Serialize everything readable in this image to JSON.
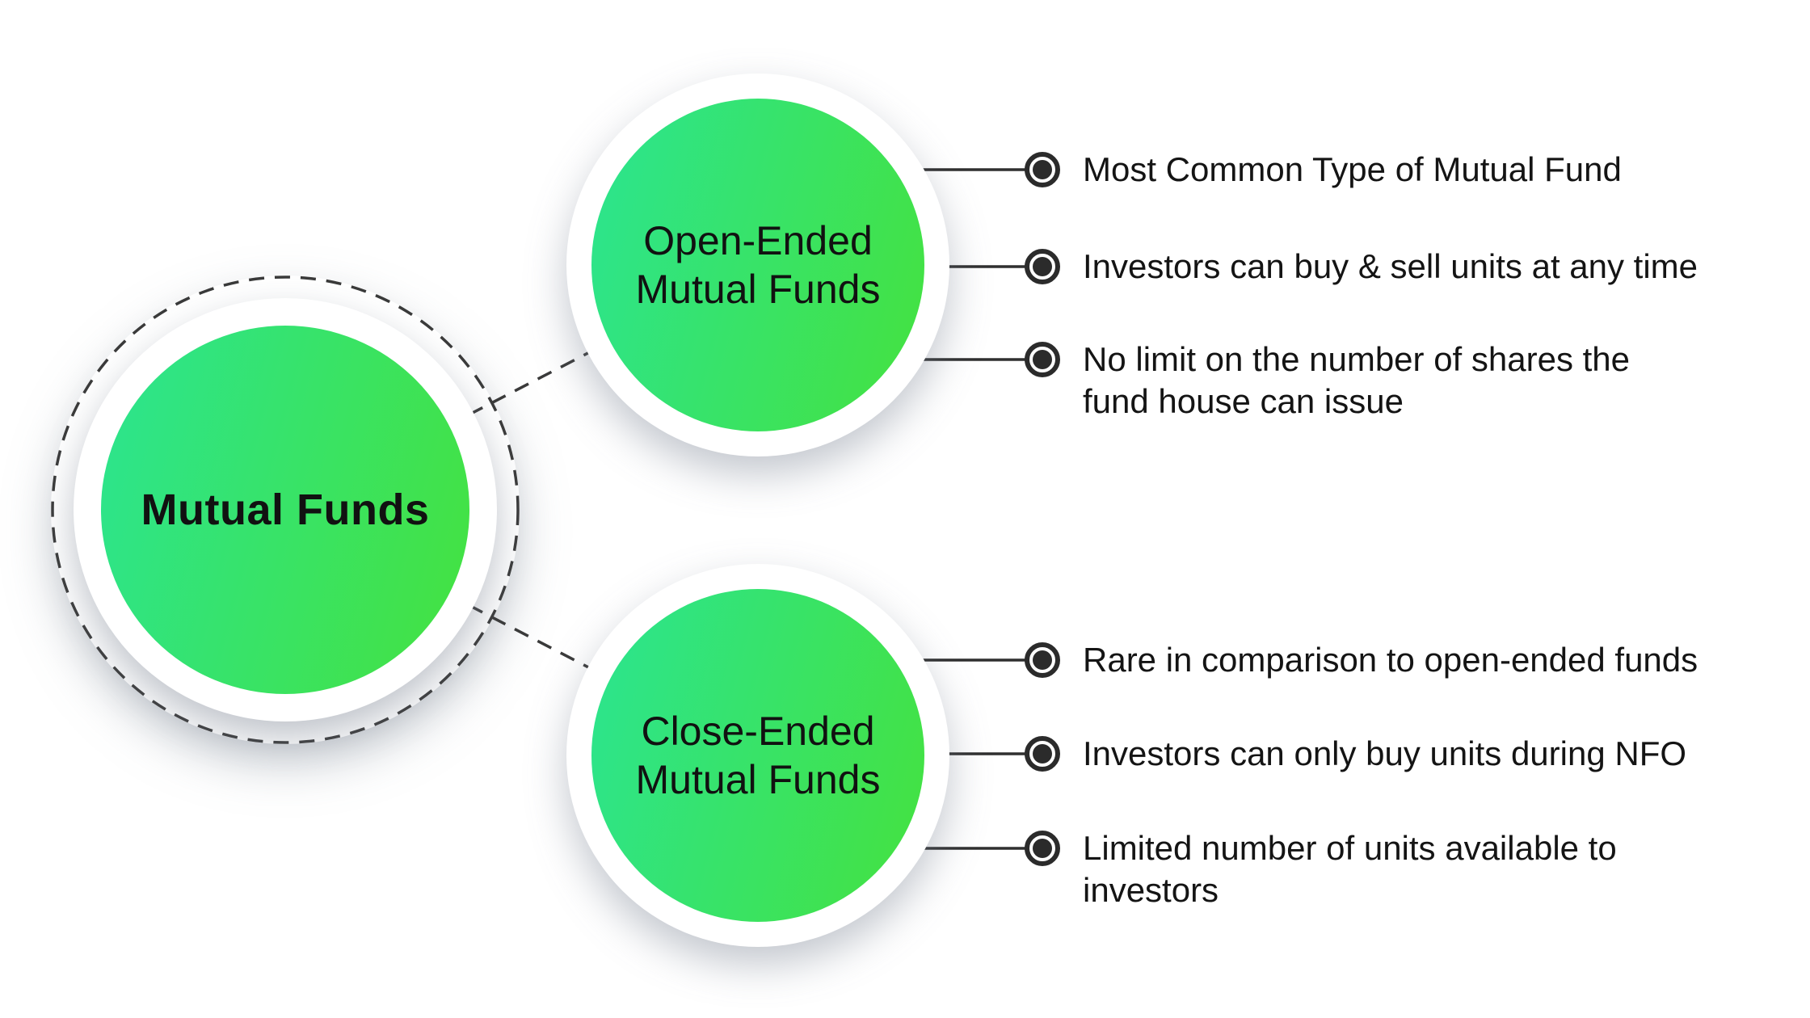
{
  "diagram": {
    "root": {
      "label": "Mutual Funds"
    },
    "branches": [
      {
        "id": "open-ended",
        "label": "Open-Ended\nMutual Funds",
        "bullets": [
          "Most Common Type of Mutual Fund",
          "Investors can buy & sell units at any time",
          "No limit on the number of shares the\nfund house can issue"
        ]
      },
      {
        "id": "close-ended",
        "label": "Close-Ended\nMutual Funds",
        "bullets": [
          "Rare in comparison to open-ended funds",
          "Investors can only buy units during NFO",
          "Limited number of units available to\ninvestors"
        ]
      }
    ],
    "colors": {
      "gradient_start": "#2BE491",
      "gradient_end": "#45E23E",
      "connector_line": "#2F2F2F",
      "dashed_line": "#3A3A3A",
      "icon": "#2B2B2B",
      "text": "#111111",
      "background": "#FFFFFF"
    }
  }
}
